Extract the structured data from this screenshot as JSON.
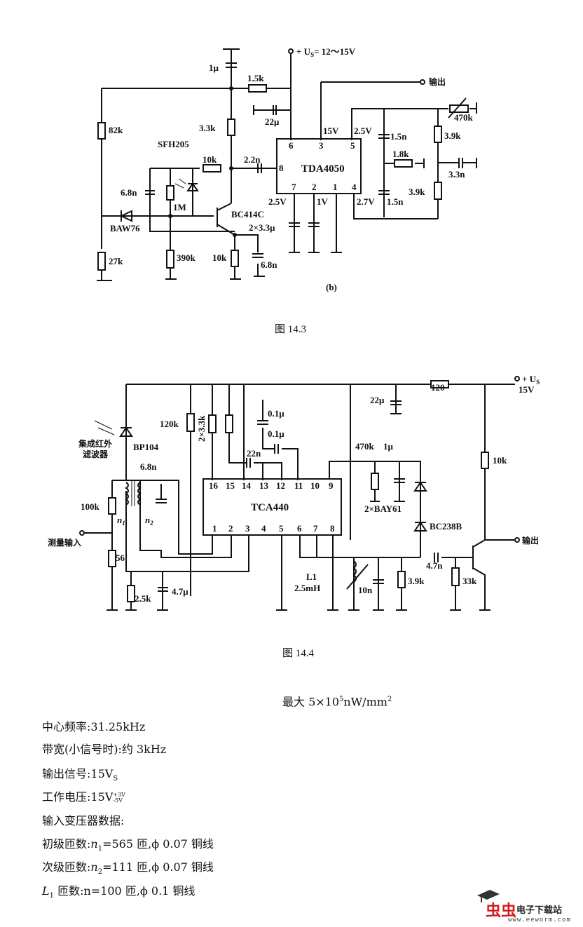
{
  "figure_14_3": {
    "sub_label": "(b)",
    "caption": "图 14.3",
    "supply": {
      "prefix": "+ ",
      "symbol": "U",
      "subscript": "S",
      "value": "= 12～15V"
    },
    "output_label": "输出",
    "ic": {
      "name": "TDA4050",
      "pins": {
        "p6": "6",
        "p3": "3",
        "p5": "5",
        "p8": "8",
        "p7": "7",
        "p2": "2",
        "p1": "1",
        "p4": "4"
      }
    },
    "voltages": {
      "pin3": "15V",
      "pin5": "2.5V",
      "pin7": "2.5V",
      "pin2": "1V",
      "pin4": "2.7V"
    },
    "components": {
      "c_1u": "1μ",
      "r_1k5": "1.5k",
      "c_22u": "22μ",
      "r_82k": "82k",
      "r_3k3": "3.3k",
      "photodiode": "SFH205",
      "r_10k_top": "10k",
      "c_2n2": "2.2n",
      "c_6n8_left": "6.8n",
      "r_1M": "1M",
      "diode": "BAW76",
      "transistor": "BC414C",
      "r_27k": "27k",
      "r_390k": "390k",
      "r_10k_emitter": "10k",
      "c_6n8_emitter": "6.8n",
      "c_2x3u3": "2×3.3μ",
      "c_1n5_top": "1.5n",
      "r_1k8": "1.8k",
      "c_1n5_bottom": "1.5n",
      "pot_470k": "470k",
      "r_3k9_top": "3.9k",
      "c_3n3": "3.3n",
      "r_3k9_bottom": "3.9k"
    }
  },
  "figure_14_4": {
    "caption": "图 14.4",
    "supply": {
      "prefix": "+ ",
      "symbol": "U",
      "subscript": "S",
      "value": "15V"
    },
    "output_label": "输出",
    "input_label": "测量输入",
    "filter_label_line1": "集成红外",
    "filter_label_line2": "滤波器",
    "ic": {
      "name": "TCA440",
      "top_pins": [
        "16",
        "15",
        "14",
        "13",
        "12",
        "11",
        "10",
        "9"
      ],
      "bottom_pins": [
        "1",
        "2",
        "3",
        "4",
        "5",
        "6",
        "7",
        "8"
      ]
    },
    "components": {
      "photodiode": "BP104",
      "r_120k": "120k",
      "r_2x3k3": "2×3.3k",
      "c_0u1_a": "0.1μ",
      "c_0u1_b": "0.1μ",
      "c_22n": "22n",
      "c_6n8": "6.8n",
      "r_100k": "100k",
      "r_56": "56",
      "n1": "n",
      "n1_sub": "1",
      "n2": "n",
      "n2_sub": "2",
      "pot_2k5": "2.5k",
      "c_4u7": "4.7μ",
      "c_22u": "22μ",
      "r_120": "120",
      "r_470k": "470k",
      "c_1u": "1μ",
      "diodes": "2×BAY61",
      "transistor_d": "BC238B",
      "r_10k": "10k",
      "l1_name": "L1",
      "l1_value": "2.5mH",
      "c_10n": "10n",
      "r_3k9": "3.9k",
      "c_4n7": "4.7n",
      "r_33k": "33k"
    }
  },
  "specs": {
    "max_irradiance": {
      "prefix": "最大 5×10",
      "exp": "5",
      "unit": "nW/mm",
      "unit_exp": "2"
    },
    "center_freq": "中心频率:31.25kHz",
    "bandwidth": "带宽(小信号时):约 3kHz",
    "output_signal": {
      "text": "输出信号:15V",
      "sub": "S"
    },
    "supply_voltage": {
      "text": "工作电压:15V",
      "plus": "+3V",
      "minus": "-5V"
    },
    "transformer_heading": "输入变压器数据:",
    "primary": {
      "prefix": "初级匝数:",
      "var": "n",
      "sub": "1",
      "rest": "=565 匝,ϕ 0.07 铜线"
    },
    "secondary": {
      "prefix": "次级匝数:",
      "var": "n",
      "sub": "2",
      "rest": "=111 匝,ϕ 0.07 铜线"
    },
    "l1_turns": {
      "var": "L",
      "sub": "1",
      "rest": " 匝数:n=100 匝,ϕ 0.1 铜线"
    }
  },
  "watermark": {
    "brand": "虫虫",
    "site_name": "电子下载站",
    "url": "www.eeworm.com",
    "brand_color": "#d11a1a"
  }
}
